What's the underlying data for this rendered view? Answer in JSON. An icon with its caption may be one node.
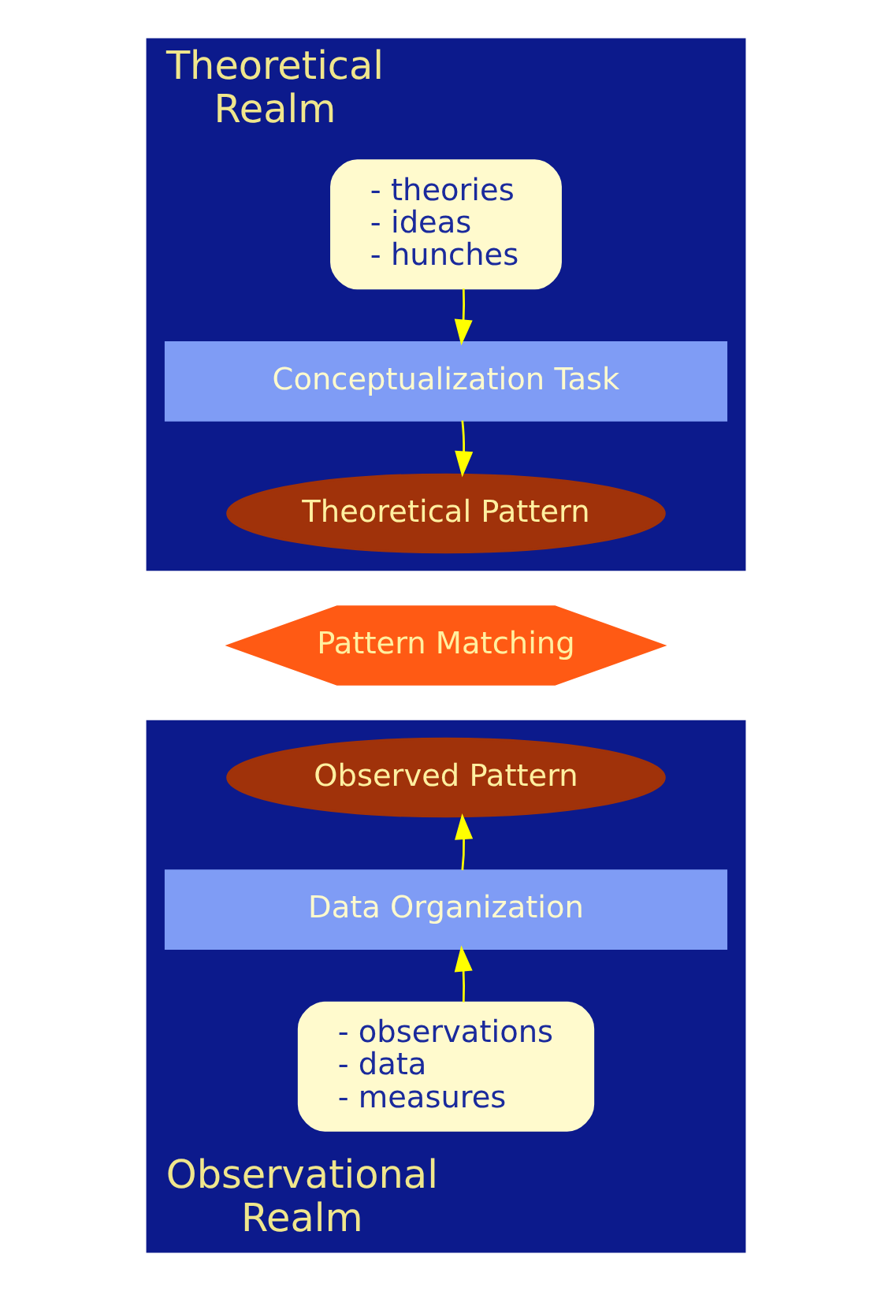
{
  "diagram": {
    "nodes": [
      {
        "text": [
          "Theoretical Realm"
        ]
      },
      {
        "text": [
          "- theories",
          "- ideas",
          "- hunches"
        ],
        "in": 0
      },
      {
        "text": [
          "Conceptualization Task"
        ],
        "in": 0
      },
      {
        "text": [
          "Theoretical Pattern"
        ],
        "in": 0
      },
      {
        "text": [
          "Pattern Matching"
        ]
      },
      {
        "text": [
          "Observational Realm"
        ]
      },
      {
        "text": [
          "Observed Pattern"
        ],
        "in": 5
      },
      {
        "text": [
          "Data Organization"
        ],
        "in": 5
      },
      {
        "text": [
          "- observations",
          "- data",
          "- measures"
        ],
        "in": 5
      }
    ],
    "edges": [
      {
        "from": 1,
        "to": 2,
        "arrow": "to"
      },
      {
        "from": 2,
        "to": 3,
        "arrow": "to"
      },
      {
        "from": 7,
        "to": 6,
        "arrow": "to"
      },
      {
        "from": 8,
        "to": 7,
        "arrow": "to"
      }
    ]
  }
}
